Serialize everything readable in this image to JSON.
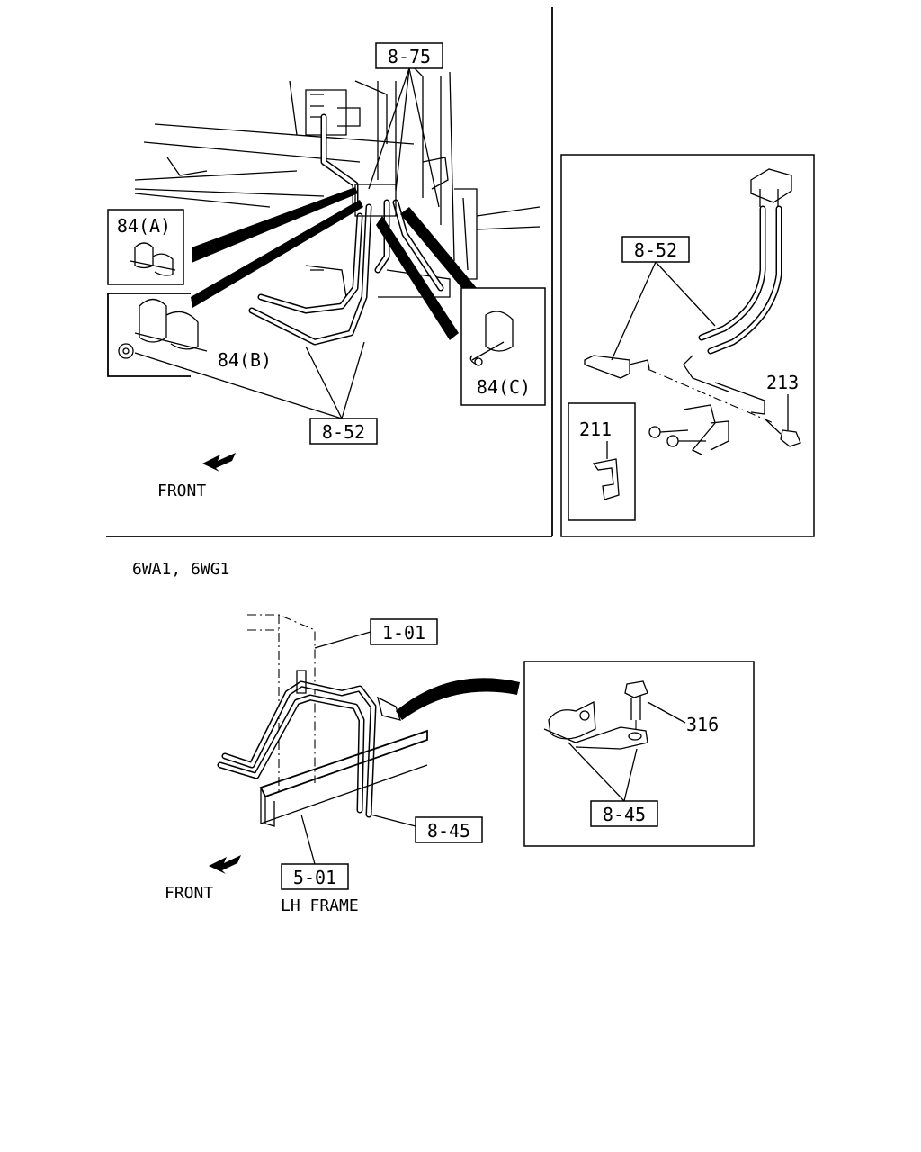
{
  "top_diagram": {
    "callouts": {
      "c875": "8-75",
      "c852_a": "8-52",
      "c852_b": "8-52",
      "c84a": "84(A)",
      "c84b": "84(B)",
      "c84c": "84(C)",
      "c211": "211",
      "c213": "213"
    },
    "front_label": "FRONT"
  },
  "engine_variant": "6WA1, 6WG1",
  "bottom_diagram": {
    "callouts": {
      "c101": "1-01",
      "c845_a": "8-45",
      "c845_b": "8-45",
      "c501": "5-01",
      "c316": "316"
    },
    "frame_label": "LH FRAME",
    "front_label": "FRONT"
  },
  "icons": [
    "front-arrow-icon",
    "clip-84a-icon",
    "clip-84b-icon",
    "clamp-84c-icon",
    "clip-211-icon",
    "bolt-213-icon",
    "bolt-316-icon"
  ]
}
